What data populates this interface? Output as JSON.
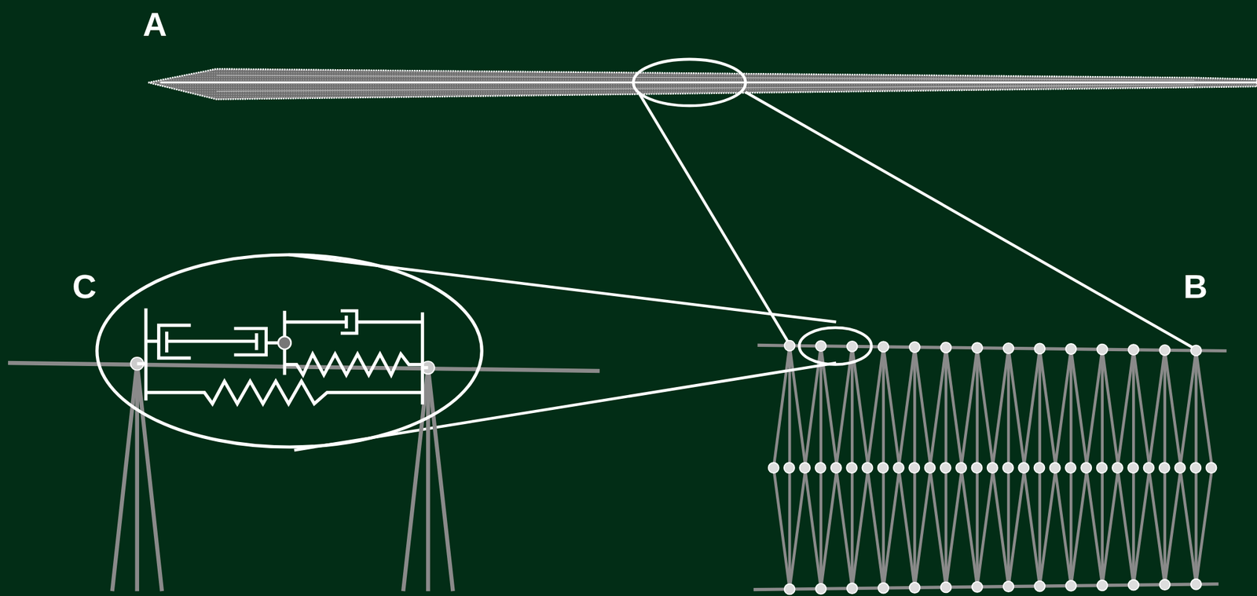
{
  "diagram": {
    "labels": [
      "A",
      "C",
      "B"
    ]
  }
}
